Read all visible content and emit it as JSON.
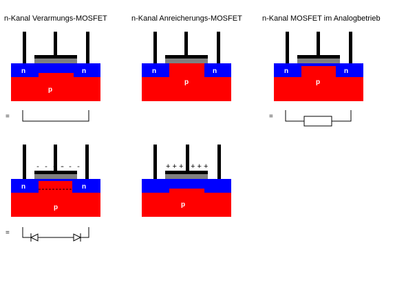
{
  "titles": {
    "depletion": "n-Kanal Verarmungs-MOSFET",
    "enhancement": "n-Kanal Anreicherungs-MOSFET",
    "analog": "n-Kanal MOSFET im Analogbetrieb"
  },
  "labels": {
    "n": "n",
    "p": "p",
    "equals": "=",
    "minus_left": "- - - -",
    "minus_right": "- - -",
    "plus_left": "+ + +",
    "plus_right": "+ + +"
  },
  "colors": {
    "n_region": "#0000ff",
    "p_region": "#ff0000",
    "oxide": "#808080",
    "electrode": "#000000"
  }
}
